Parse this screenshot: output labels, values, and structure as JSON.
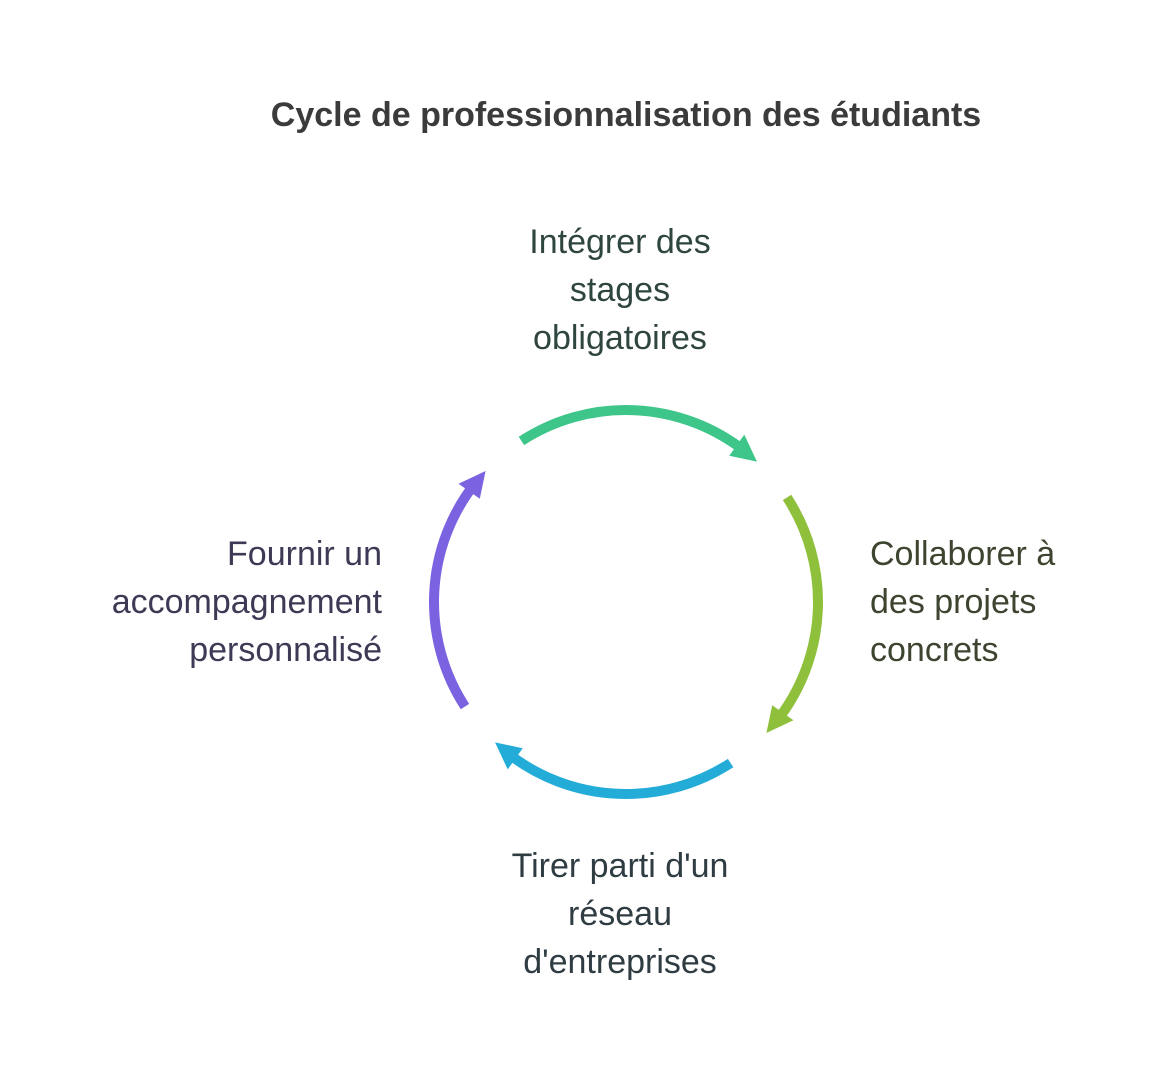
{
  "title": "Cycle de professionnalisation des étudiants",
  "steps": [
    {
      "text": "Intégrer des\nstages\nobligatoires",
      "color": "#3ec68a"
    },
    {
      "text": "Collaborer à\ndes projets\nconcrets",
      "color": "#8fc03c"
    },
    {
      "text": "Tirer parti d'un\nréseau\nd'entreprises",
      "color": "#23acd8"
    },
    {
      "text": "Fournir un\naccompagnement\npersonnalisé",
      "color": "#7a62e0"
    }
  ]
}
